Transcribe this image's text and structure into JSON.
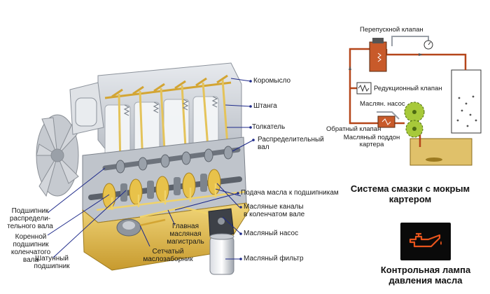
{
  "engine_labels": {
    "rocker": "Коромысло",
    "pushrod": "Штанга",
    "lifter": "Толкатель",
    "camshaft": "Распределительный вал",
    "oil_feed": "Подача масла к подшипникам",
    "oil_channels": "Масляные каналы в коленчатом вале",
    "oil_pump": "Масляный насос",
    "oil_filter": "Масляный фильтр",
    "cam_bearing": "Подшипник распредели-тельного вала",
    "main_bearing": "Коренной подшипник коленчатого вала",
    "rod_bearing": "Шатунный подшипник",
    "main_gallery": "Главная масляная магистраль",
    "strainer": "Сетчатый маслозаборник"
  },
  "schema_labels": {
    "bypass_valve": "Перепускной клапан",
    "reducing_valve": "Редукционный клапан",
    "pump": "Маслян. насос",
    "check_valve": "Обратный клапан",
    "sump": "Масляный поддон картера"
  },
  "captions": {
    "wet_sump": "Система смазки с мокрым картером",
    "warning_lamp": "Контрольная лампа давления масла"
  },
  "colors": {
    "oil_line": "#b5461a",
    "oil_yellow": "#e8c24a",
    "sump_fill": "#e0c16a",
    "lamp_icon": "#e8541c",
    "lamp_bg": "#0a0a0a",
    "engine_body": "#c9cdd3"
  },
  "icons": {
    "lamp": "oil-can-icon"
  }
}
